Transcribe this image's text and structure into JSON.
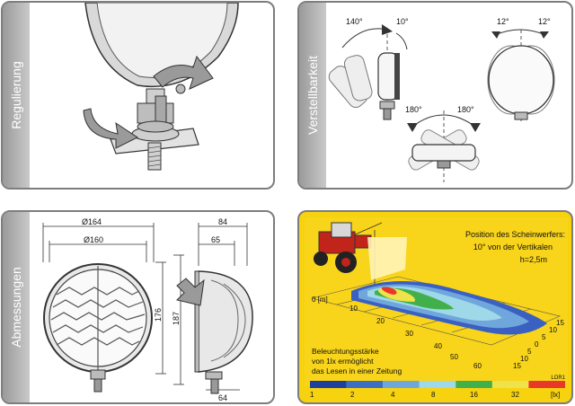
{
  "panels": {
    "regulierung": {
      "label": "Regulierung"
    },
    "verstellbarkeit": {
      "label": "Verstellbarkeit",
      "angle_tilt_back": "140°",
      "angle_tilt_fwd": "10°",
      "angle_side_left": "12°",
      "angle_side_right": "12°",
      "angle_rot_left": "180°",
      "angle_rot_right": "180°"
    },
    "abmessungen": {
      "label": "Abmessungen",
      "dim_outer_dia": "Ø164",
      "dim_inner_dia": "Ø160",
      "dim_depth": "84",
      "dim_depth_inner": "65",
      "dim_height_inner": "176",
      "dim_height_total": "187",
      "dim_bracket": "64"
    },
    "beleuchtung": {
      "position_line1": "Position des Scheinwerfers:",
      "position_line2": "10° von der Vertikalen",
      "position_line3": "h=2,5m",
      "x_axis_ticks": [
        "0 [m]",
        "10",
        "20",
        "30",
        "40",
        "50",
        "60"
      ],
      "y_axis_ticks": [
        "15",
        "10",
        "5",
        "0",
        "5",
        "10",
        "15"
      ],
      "legend_line1": "Beleuchtungsstärke",
      "legend_line2": "von 1lx ermöglicht",
      "legend_line3": "das Lesen in einer Zeitung",
      "scale_ticks": [
        "1",
        "2",
        "4",
        "8",
        "16",
        "32"
      ],
      "scale_unit": "[lx]",
      "scale_code": "LOR1",
      "scale_colors": [
        "#1e3f9c",
        "#3c6fc4",
        "#6fa7dc",
        "#9fd8e8",
        "#41b04a",
        "#f0e24a",
        "#e8382a"
      ]
    }
  }
}
